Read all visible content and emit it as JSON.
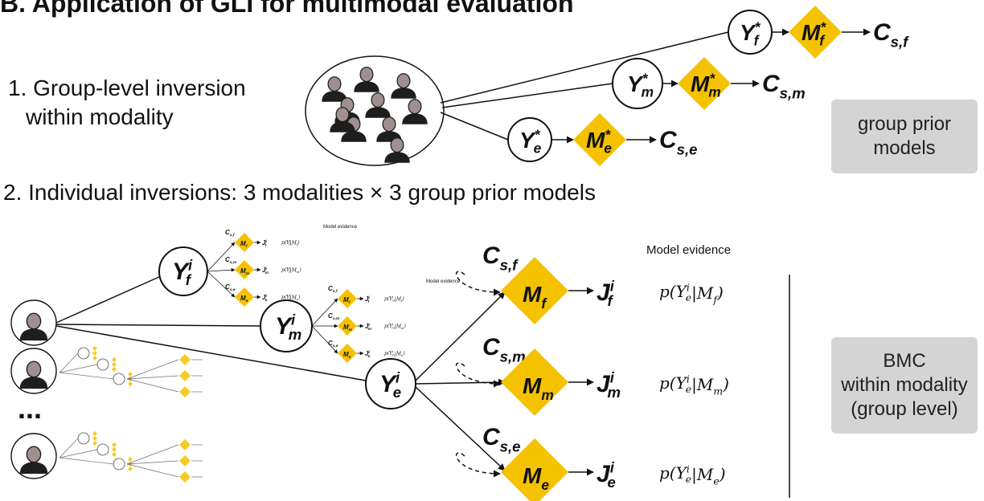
{
  "title": "B. Application of GLI for multimodal evaluation",
  "step1": {
    "line1": "1. Group-level inversion",
    "line2": "within modality"
  },
  "step2": "2. Individual inversions: 3 modalities  ×  3 group prior models",
  "box_group_prior": {
    "line1": "group prior",
    "line2": "models"
  },
  "box_bmc": {
    "line1": "BMC",
    "line2": "within modality",
    "line3": "(group level)"
  },
  "ellipsis": "...",
  "model_evidence_label": "Model evidence",
  "top_nodes": {
    "f": {
      "node": "Y",
      "node_sup": "*",
      "node_sub": "f",
      "model": "M",
      "model_sup": "*",
      "model_sub": "f",
      "out": "C",
      "out_sub": "s,f"
    },
    "m": {
      "node": "Y",
      "node_sup": "*",
      "node_sub": "m",
      "model": "M",
      "model_sup": "*",
      "model_sub": "m",
      "out": "C",
      "out_sub": "s,m"
    },
    "e": {
      "node": "Y",
      "node_sup": "*",
      "node_sub": "e",
      "model": "M",
      "model_sup": "*",
      "model_sub": "e",
      "out": "C",
      "out_sub": "s,e"
    }
  },
  "individual_nodes": {
    "f": {
      "base": "Y",
      "sup": "i",
      "sub": "f"
    },
    "m": {
      "base": "Y",
      "sup": "i",
      "sub": "m"
    },
    "e": {
      "base": "Y",
      "sup": "i",
      "sub": "e"
    }
  },
  "big_rows": [
    {
      "prior": "C",
      "prior_sub": "s,f",
      "model": "M",
      "model_sub": "f",
      "out": "J",
      "out_sup": "i",
      "out_sub": "f",
      "evidence": "p(Y",
      "evidence_sup": "i",
      "evidence_sub": "e",
      "evidence_cond": "|M",
      "evidence_cond_sub": "f",
      "evidence_close": ")"
    },
    {
      "prior": "C",
      "prior_sub": "s,m",
      "model": "M",
      "model_sub": "m",
      "out": "J",
      "out_sup": "i",
      "out_sub": "m",
      "evidence": "p(Y",
      "evidence_sup": "i",
      "evidence_sub": "e",
      "evidence_cond": "|M",
      "evidence_cond_sub": "m",
      "evidence_close": ")"
    },
    {
      "prior": "C",
      "prior_sub": "s,e",
      "model": "M",
      "model_sub": "e",
      "out": "J",
      "out_sup": "i",
      "out_sub": "e",
      "evidence": "p(Y",
      "evidence_sup": "i",
      "evidence_sub": "e",
      "evidence_cond": "|M",
      "evidence_cond_sub": "e",
      "evidence_close": ")"
    }
  ],
  "small_rows_f": [
    {
      "prior": "C",
      "prior_sub": "s,f",
      "model": "M",
      "model_sub": "f",
      "out": "J",
      "out_sup": "i",
      "out_sub": "f",
      "evidence": "p(Y",
      "evidence_sup": "i",
      "evidence_sub": "f",
      "evidence_cond": "|M",
      "evidence_cond_sub": "f",
      "evidence_close": ")"
    },
    {
      "prior": "C",
      "prior_sub": "s,m",
      "model": "M",
      "model_sub": "m",
      "out": "J",
      "out_sup": "i",
      "out_sub": "m",
      "evidence": "p(Y",
      "evidence_sup": "i",
      "evidence_sub": "f",
      "evidence_cond": "|M",
      "evidence_cond_sub": "m",
      "evidence_close": ")"
    },
    {
      "prior": "C",
      "prior_sub": "s,e",
      "model": "M",
      "model_sub": "e",
      "out": "J",
      "out_sup": "i",
      "out_sub": "e",
      "evidence": "p(Y",
      "evidence_sup": "i",
      "evidence_sub": "f",
      "evidence_cond": "|M",
      "evidence_cond_sub": "e",
      "evidence_close": ")"
    }
  ],
  "small_rows_m": [
    {
      "prior": "C",
      "prior_sub": "s,f",
      "model": "M",
      "model_sub": "f",
      "out": "J",
      "out_sup": "i",
      "out_sub": "f",
      "evidence": "p(Y",
      "evidence_sup": "i",
      "evidence_sub": "m",
      "evidence_cond": "|M",
      "evidence_cond_sub": "f",
      "evidence_close": ")"
    },
    {
      "prior": "C",
      "prior_sub": "s,m",
      "model": "M",
      "model_sub": "m",
      "out": "J",
      "out_sup": "i",
      "out_sub": "m",
      "evidence": "p(Y",
      "evidence_sup": "i",
      "evidence_sub": "m",
      "evidence_cond": "|M",
      "evidence_cond_sub": "m",
      "evidence_close": ")"
    },
    {
      "prior": "C",
      "prior_sub": "s,e",
      "model": "M",
      "model_sub": "e",
      "out": "J",
      "out_sup": "i",
      "out_sub": "e",
      "evidence": "p(Y",
      "evidence_sup": "i",
      "evidence_sub": "m",
      "evidence_cond": "|M",
      "evidence_cond_sub": "e",
      "evidence_close": ")"
    }
  ],
  "colors": {
    "diamond": "#f5c200",
    "text": "#111111",
    "box": "#d4d4d4",
    "person_head": "#a08f8f",
    "person_body": "#1e1e1e"
  }
}
